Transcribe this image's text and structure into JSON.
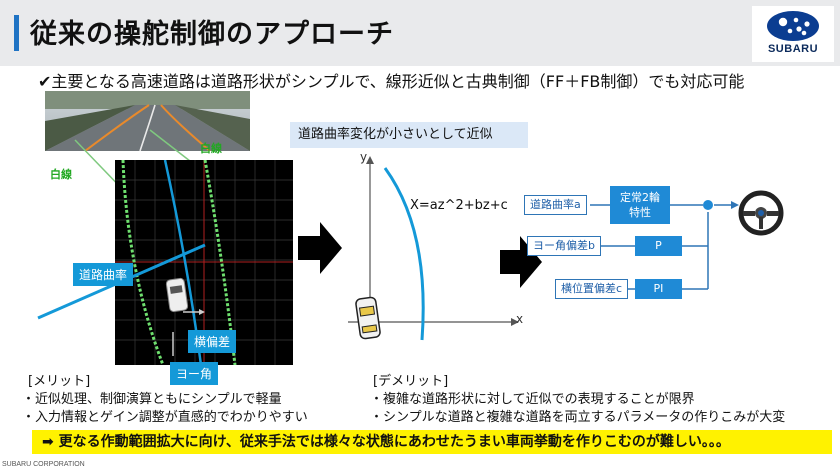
{
  "header": {
    "title": "従来の操舵制御のアプローチ",
    "logo_text": "SUBARU"
  },
  "main_point": "✔主要となる高速道路は道路形状がシンプルで、線形近似と古典制御（FF＋FB制御）でも対応可能",
  "lane_labels": {
    "left": "白線",
    "right": "白線"
  },
  "camera_labels": {
    "curvature": "道路曲率",
    "lateral_offset": "横偏差",
    "yaw": "ヨー角"
  },
  "approx": {
    "callout": "道路曲率変化が小さいとして近似",
    "axis_y": "y",
    "axis_x": "x",
    "equation": "X=az^2+bz+c"
  },
  "control": {
    "input_a": "道路曲率a",
    "input_b": "ヨー角偏差b",
    "input_c": "横位置偏差c",
    "block_ff_line1": "定常2輪",
    "block_ff_line2": "特性",
    "block_p": "P",
    "block_pi": "PI"
  },
  "merits": {
    "heading": "[メリット]",
    "items": [
      "・近似処理、制御演算ともにシンプルで軽量",
      "・入力情報とゲイン調整が直感的でわかりやすい"
    ]
  },
  "demerits": {
    "heading": "[デメリット]",
    "items": [
      "・複雑な道路形状に対して近似での表現することが限界",
      "・シンプルな道路と複雑な道路を両立するパラメータの作りこみが大変"
    ]
  },
  "banner": "➡ 更なる作動範囲拡大に向け、従来手法では様々な状態にあわせたうまい車両挙動を作りこむのが難しい。。。",
  "footer": "SUBARU CORPORATION",
  "colors": {
    "accent_blue": "#1f73c4",
    "block_blue": "#1f8ad6",
    "lane_green": "#22a822",
    "callout_bg": "#dbe8f7",
    "banner_yellow": "#fff200"
  }
}
